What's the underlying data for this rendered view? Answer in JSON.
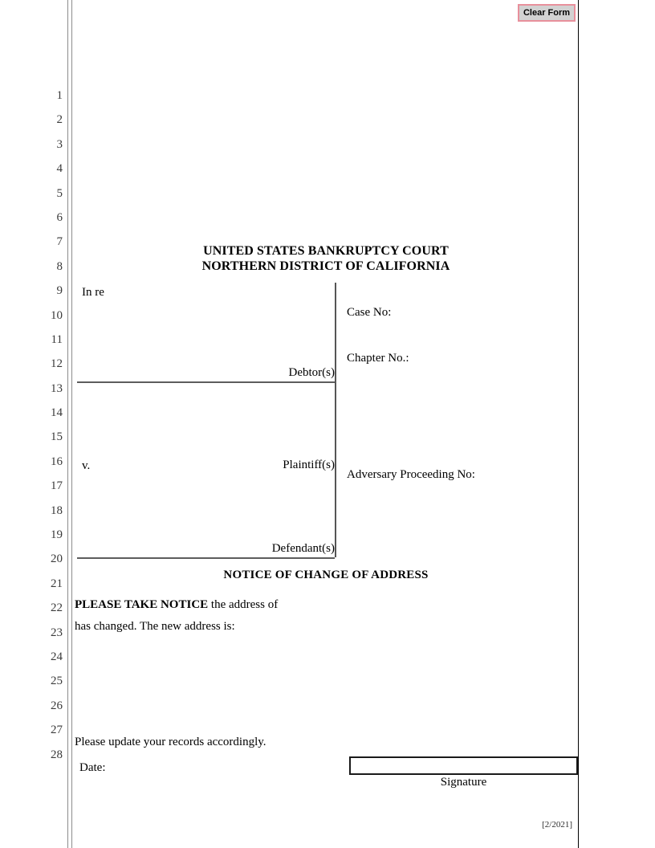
{
  "toolbar": {
    "clear_form_label": "Clear Form",
    "button_bg": "#d2d2d2",
    "button_border": "#e8909c"
  },
  "line_numbers": [
    "1",
    "2",
    "3",
    "4",
    "5",
    "6",
    "7",
    "8",
    "9",
    "10",
    "11",
    "12",
    "13",
    "14",
    "15",
    "16",
    "17",
    "18",
    "19",
    "20",
    "21",
    "22",
    "23",
    "24",
    "25",
    "26",
    "27",
    "28"
  ],
  "court_header": {
    "line1": "UNITED STATES BANKRUPTCY COURT",
    "line2": "NORTHERN DISTRICT OF CALIFORNIA"
  },
  "caption": {
    "in_re": "In re",
    "debtor_role": "Debtor(s)",
    "versus": "v.",
    "plaintiff_role": "Plaintiff(s)",
    "defendant_role": "Defendant(s)",
    "case_no_label": "Case No:",
    "chapter_no_label": "Chapter No.:",
    "adversary_no_label": "Adversary Proceeding No:"
  },
  "notice": {
    "title": "NOTICE OF CHANGE OF ADDRESS",
    "take_notice_bold": "PLEASE TAKE NOTICE",
    "take_notice_rest": " the address of",
    "line2": "has changed.  The new address is:",
    "line3": "Please update your records accordingly."
  },
  "signature_block": {
    "date_label": "Date:",
    "signature_value": "",
    "signature_label": "Signature"
  },
  "footer": {
    "revision": "[2/2021]"
  }
}
